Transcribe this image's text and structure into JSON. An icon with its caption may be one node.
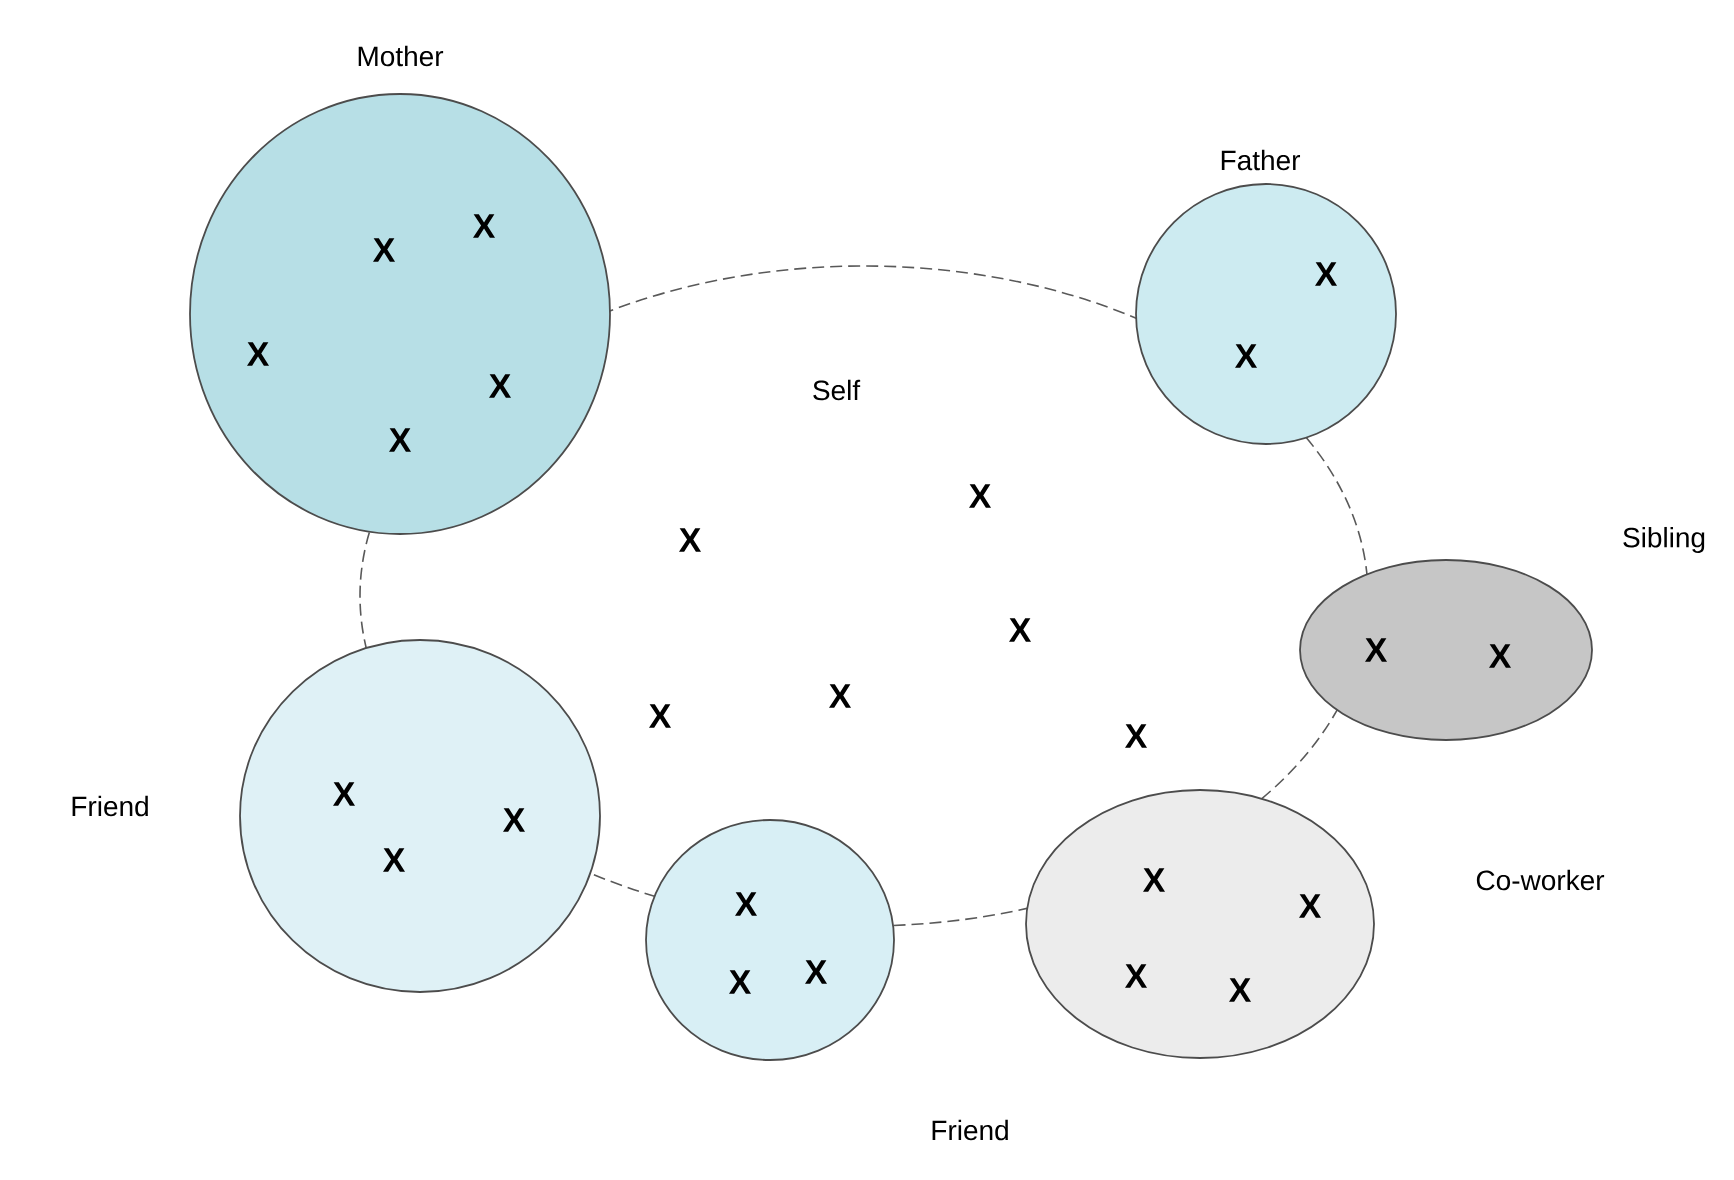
{
  "diagram": {
    "nodes": [
      {
        "text": [
          "Mother",
          "X",
          "X",
          "X",
          "X",
          "X"
        ]
      },
      {
        "text": [
          "Father",
          "X",
          "X"
        ]
      },
      {
        "text": [
          "Self",
          "X",
          "X",
          "X",
          "X",
          "X",
          "X"
        ]
      },
      {
        "text": [
          "Sibling",
          "X",
          "X"
        ]
      },
      {
        "text": [
          "Friend",
          "X",
          "X",
          "X"
        ]
      },
      {
        "text": [
          "Co-worker",
          "X",
          "X",
          "X",
          "X"
        ]
      },
      {
        "text": [
          "X",
          "X",
          "X",
          "Friend"
        ]
      }
    ]
  }
}
